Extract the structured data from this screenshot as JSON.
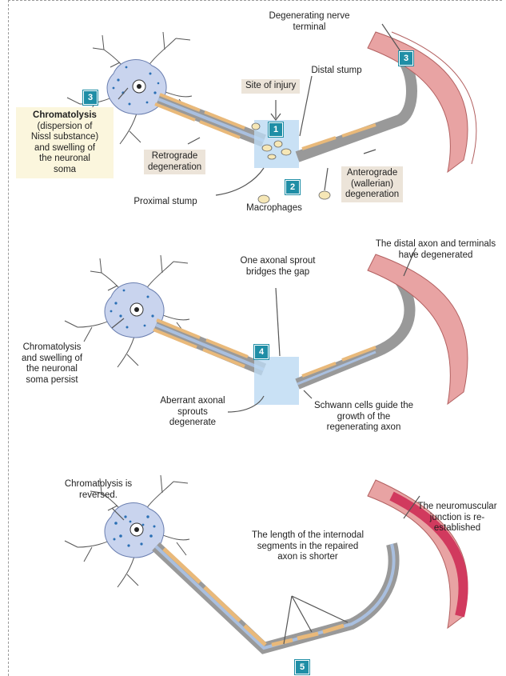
{
  "panel1": {
    "degenerating_terminal": "Degenerating nerve\nterminal",
    "distal_stump": "Distal stump",
    "site_of_injury": "Site of injury",
    "chromatolysis_title": "Chromatolysis",
    "chromatolysis_body": "(dispersion of\nNissl substance)\nand swelling of\nthe neuronal\nsoma",
    "retrograde": "Retrograde\ndegeneration",
    "anterograde": "Anterograde\n(wallerian)\ndegeneration",
    "proximal_stump": "Proximal stump",
    "macrophages": "Macrophages",
    "badge_1": "1",
    "badge_2": "2",
    "badge_3_soma": "3",
    "badge_3_terminal": "3"
  },
  "panel2": {
    "distal_axon_degenerated": "The distal axon and terminals\nhave degenerated",
    "one_sprout": "One axonal sprout\nbridges the gap",
    "chromatolysis_persist": "Chromatolysis\nand swelling of\nthe neuronal\nsoma persist",
    "aberrant_sprouts": "Aberrant axonal\nsprouts\ndegenerate",
    "schwann_guide": "Schwann cells guide the\ngrowth of the\nregenerating axon",
    "badge_4": "4"
  },
  "panel3": {
    "chromatolysis_reversed": "Chromatolysis is\nreversed.",
    "nmj_reestablished": "The neuromuscular\njunction is re-\nestablished",
    "internodal_shorter": "The length of the internodal\nsegments in the repaired\naxon is shorter",
    "badge_5": "5"
  },
  "colors": {
    "soma": "#c9d4ee",
    "nissl_dots": "#2a6fb4",
    "myelin": "#e9b97a",
    "axon": "#a9bfdf",
    "muscle": "#e8a3a3",
    "muscle_dark": "#d13a5e",
    "badge": "#1f8ea6",
    "label_box": "#ece4d9",
    "highlight_box": "#fbf6dd"
  }
}
